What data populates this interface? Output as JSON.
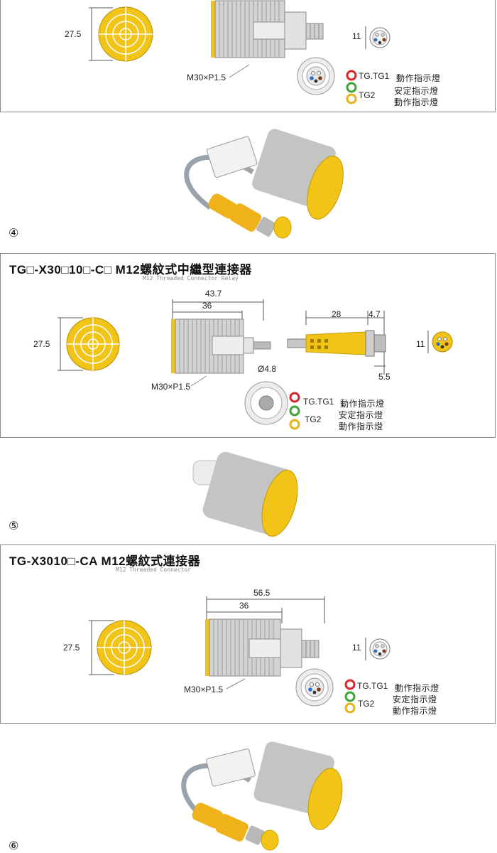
{
  "panel_top": {
    "dim_diameter": "27.5",
    "dim_pin_face": "11",
    "thread": "M30×P1.5",
    "led_tg_tg1": "TG.TG1",
    "led_tg2": "TG2",
    "led_desc_1": "動作指示燈",
    "led_desc_2": "安定指示燈",
    "led_desc_3": "動作指示燈"
  },
  "step4": "④",
  "panel_mid": {
    "title": "TG□-X30□10□-C□  M12螺紋式中繼型連接器",
    "subtitle": "M12 Threaded Connector Relay",
    "dim_total": "43.7",
    "dim_body": "36",
    "dim_diameter": "27.5",
    "dim_cable": "Ø4.8",
    "thread": "M30×P1.5",
    "dim_conn_len": "28",
    "dim_conn_nut": "4.7",
    "dim_conn_tip": "5.5",
    "dim_pin_face": "11",
    "led_tg_tg1": "TG.TG1",
    "led_tg2": "TG2",
    "led_desc_1": "動作指示燈",
    "led_desc_2": "安定指示燈",
    "led_desc_3": "動作指示燈"
  },
  "step5": "⑤",
  "panel_bot": {
    "title": "TG-X3010□-CA  M12螺紋式連接器",
    "subtitle": "M12 Threaded Connector",
    "dim_total": "56.5",
    "dim_body": "36",
    "dim_diameter": "27.5",
    "dim_pin_face": "11",
    "thread": "M30×P1.5",
    "led_tg_tg1": "TG.TG1",
    "led_tg2": "TG2",
    "led_desc_1": "動作指示燈",
    "led_desc_2": "安定指示燈",
    "led_desc_3": "動作指示燈"
  },
  "step6": "⑥",
  "colors": {
    "sensor_yellow": "#f3c418",
    "thread_steel": "#c9c9c9",
    "led_red": "#d9262b",
    "led_green": "#3da638",
    "led_yellow": "#e8b21a",
    "pin_blue": "#2b6fd1",
    "pin_brown": "#7a3b1e"
  }
}
